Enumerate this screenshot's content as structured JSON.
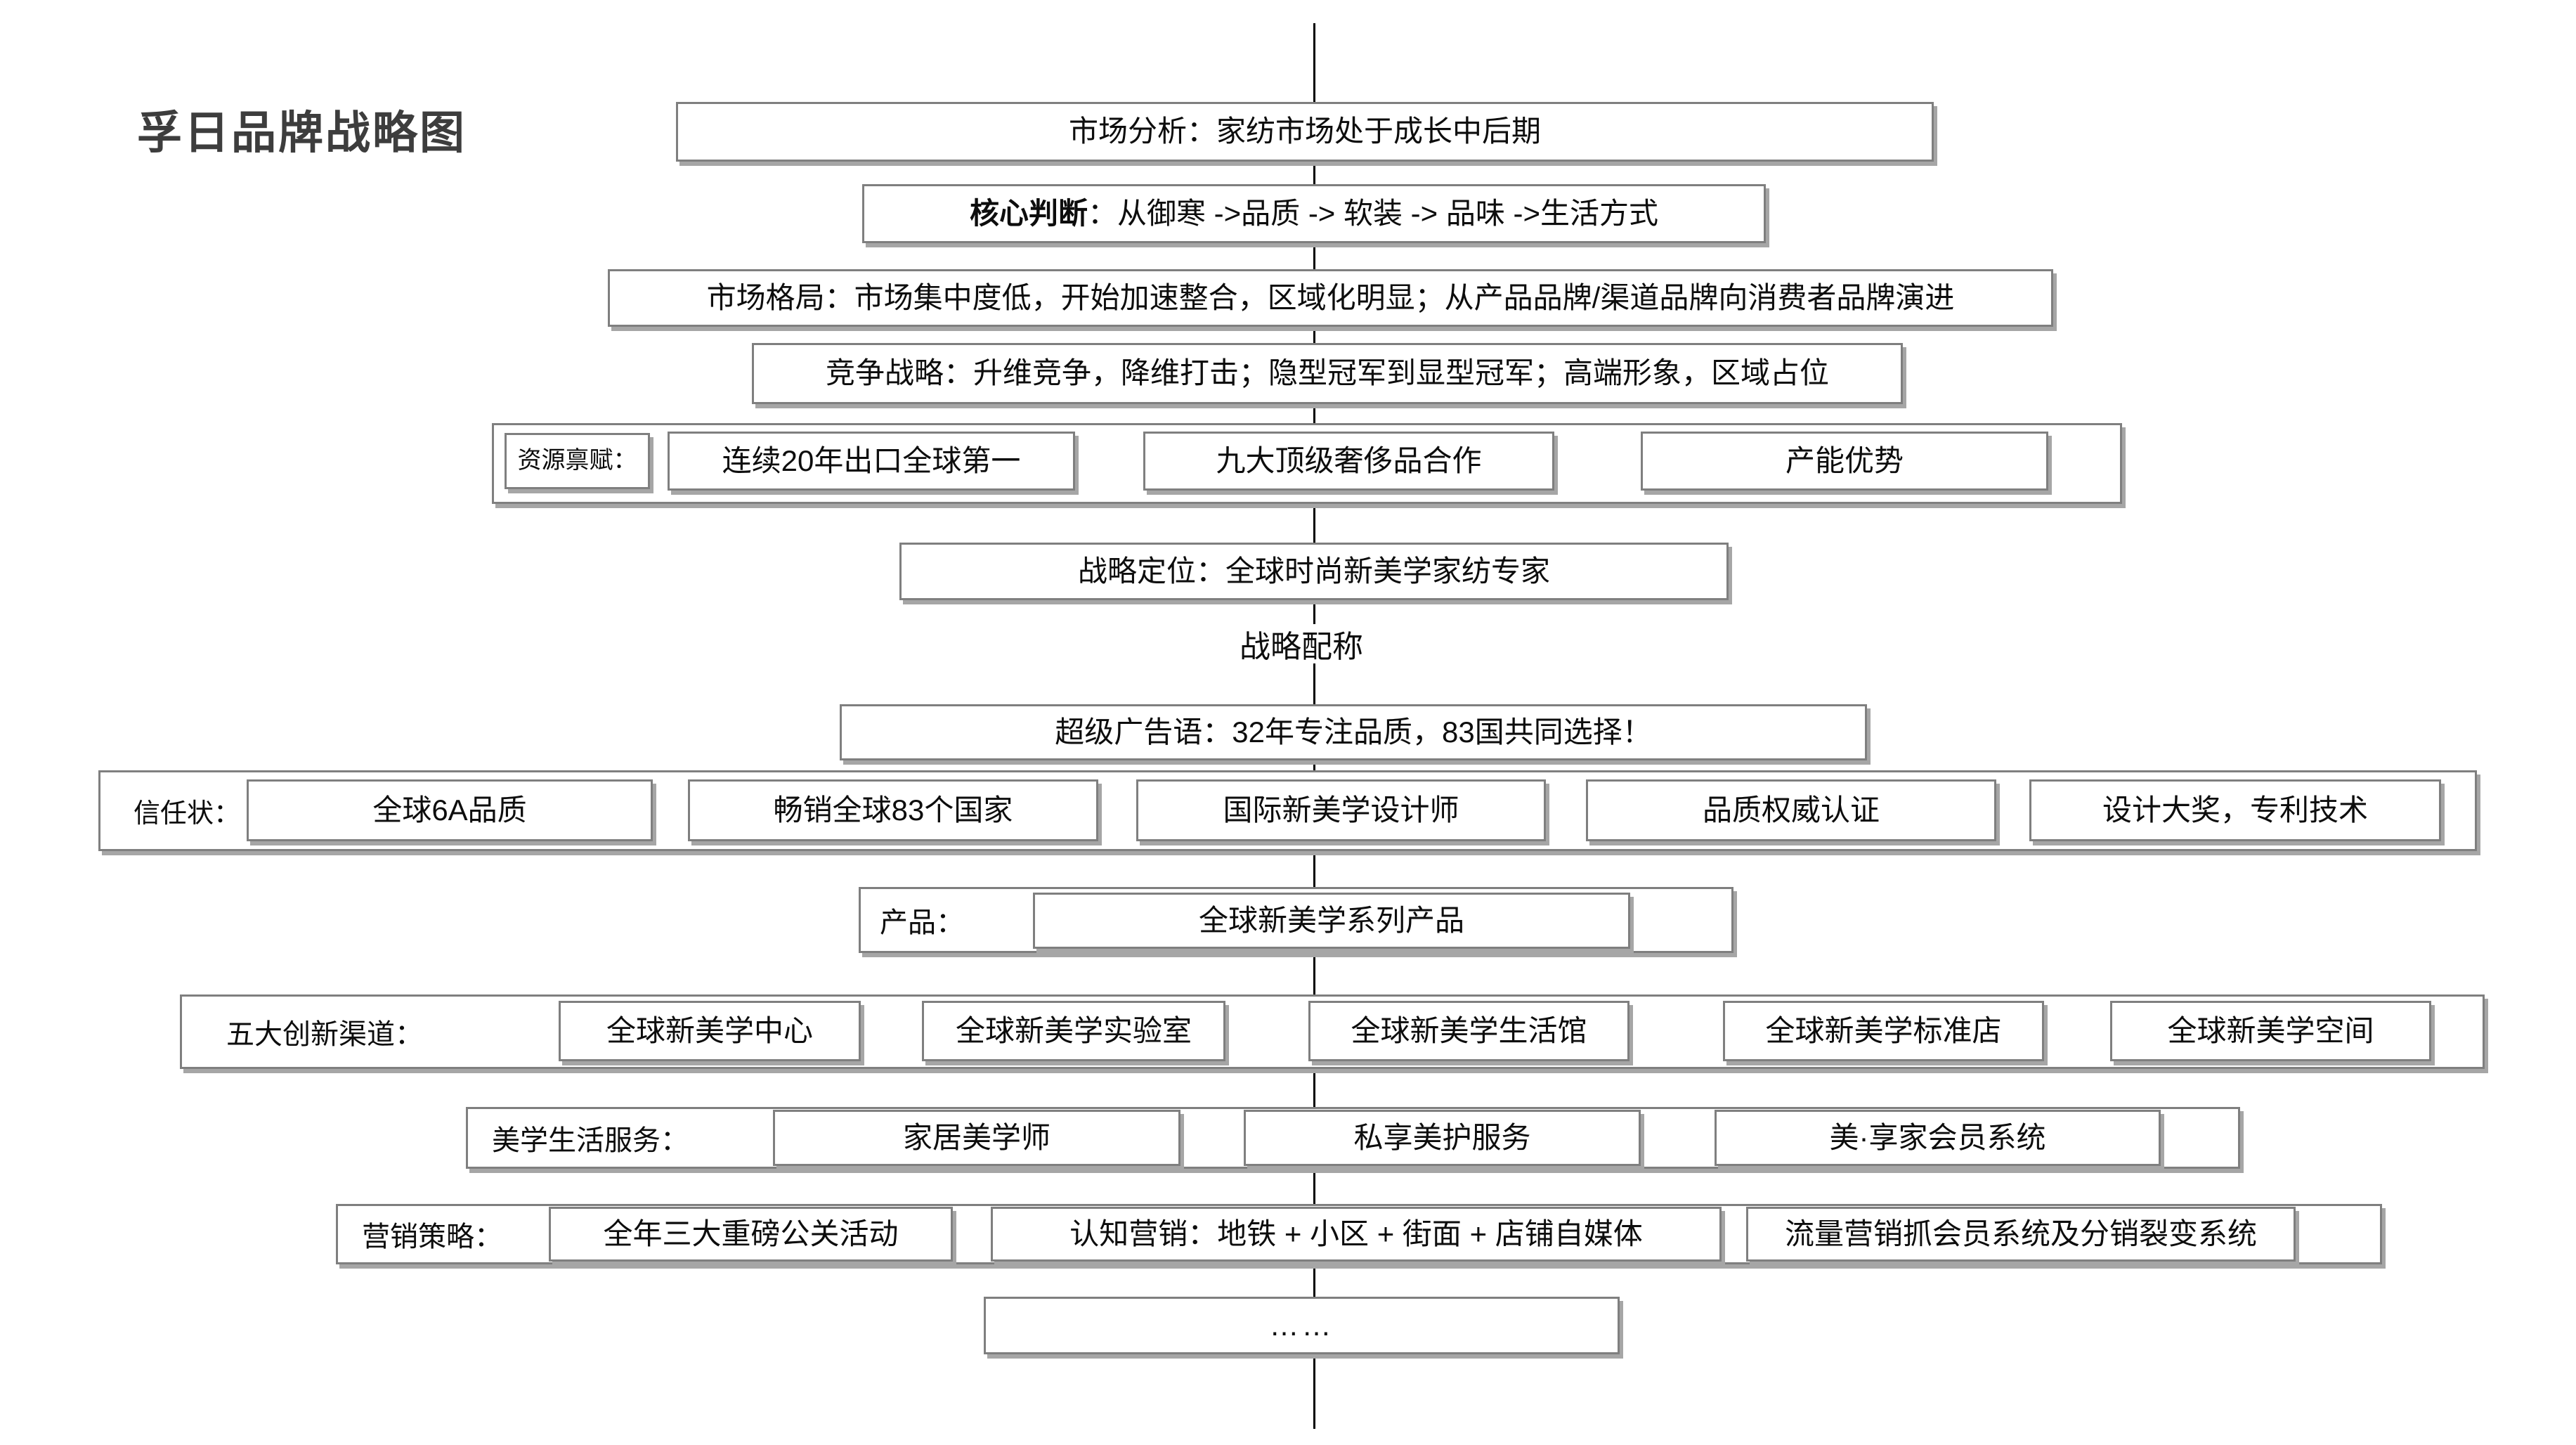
{
  "diagram": {
    "title": "孚日品牌战略图",
    "market_analysis": "市场分析：家纺市场处于成长中后期",
    "core_judgment_bold": "核心判断",
    "core_judgment_rest": "：从御寒 ->品质 -> 软装 -> 品味 ->生活方式",
    "market_pattern": "市场格局：市场集中度低，开始加速整合，区域化明显；从产品品牌/渠道品牌向消费者品牌演进",
    "competition_strategy": "竞争战略：升维竞争，降维打击；隐型冠军到显型冠军；高端形象，区域占位",
    "resources": {
      "label": "资源禀赋：",
      "items": [
        "连续20年出口全球第一",
        "九大顶级奢侈品合作",
        "产能优势"
      ]
    },
    "positioning": "战略定位：全球时尚新美学家纺专家",
    "alignment_label": "战略配称",
    "slogan": "超级广告语：32年专注品质，83国共同选择！",
    "trust": {
      "label": "信任状：",
      "items": [
        "全球6A品质",
        "畅销全球83个国家",
        "国际新美学设计师",
        "品质权威认证",
        "设计大奖，专利技术"
      ]
    },
    "product": {
      "label": "产品：",
      "items": [
        "全球新美学系列产品"
      ]
    },
    "channels": {
      "label": "五大创新渠道：",
      "items": [
        "全球新美学中心",
        "全球新美学实验室",
        "全球新美学生活馆",
        "全球新美学标准店",
        "全球新美学空间"
      ]
    },
    "services": {
      "label": "美学生活服务：",
      "items": [
        "家居美学师",
        "私享美护服务",
        "美·享家会员系统"
      ]
    },
    "marketing": {
      "label": "营销策略：",
      "items": [
        "全年三大重磅公关活动",
        "认知营销：地铁 + 小区 + 街面 + 店铺自媒体",
        "流量营销抓会员系统及分销裂变系统"
      ]
    },
    "ellipsis": "……",
    "colors": {
      "border": "#7f7f7f",
      "shadow": "#a6a6a6",
      "line": "#000000",
      "title_text": "#3d3d3d",
      "text": "#0d0d0d"
    }
  }
}
